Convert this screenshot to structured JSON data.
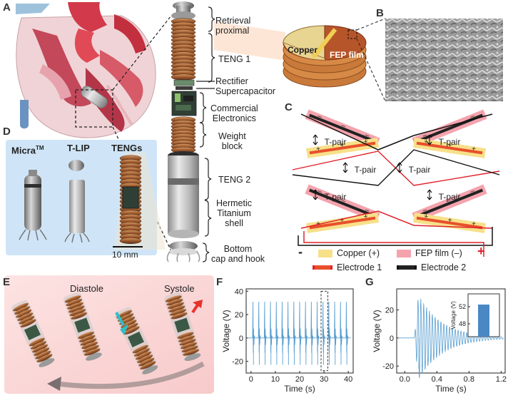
{
  "panels": {
    "A": "A",
    "B": "B",
    "C": "C",
    "D": "D",
    "E": "E",
    "F": "F",
    "G": "G"
  },
  "panel_a": {
    "labels": {
      "retrieval": [
        "Retrieval",
        "proximal"
      ],
      "teng1": "TENG 1",
      "rectifier": "Rectifier",
      "supercap": "Supercapacitor",
      "electronics": [
        "Commercial",
        "Electronics"
      ],
      "weight": [
        "Weight",
        "block"
      ],
      "teng2": "TENG 2",
      "shell": [
        "Hermetic",
        "Titanium",
        "shell"
      ],
      "bottom": [
        "Bottom",
        "cap and hook"
      ]
    }
  },
  "panel_b": {
    "copper": "Copper",
    "fep": "FEP film"
  },
  "panel_c": {
    "tpair": "T-pair",
    "plus": "+",
    "minus": "–",
    "terminal_minus": "-",
    "terminal_plus": "+",
    "legend": {
      "copper": "Copper (+)",
      "fep": "FEP film (–)",
      "electrode1": "Electrode 1",
      "electrode2": "Electrode 2"
    },
    "colors": {
      "copper": "#f7e08a",
      "fep": "#f4a3ad",
      "electrode1": "#e8502a",
      "electrode2": "#222222",
      "wire_red": "#e0202a"
    }
  },
  "panel_d": {
    "micra": "Micra",
    "micra_tm": "TM",
    "tlip": "T-LIP",
    "tengs": "TENGs",
    "scale": "10 mm"
  },
  "panel_e": {
    "diastole": "Diastole",
    "systole": "Systole"
  },
  "chart_data": [
    {
      "panel": "F",
      "type": "line",
      "xlabel": "Time (s)",
      "ylabel": "Voltage (V)",
      "xlim": [
        -2,
        42
      ],
      "ylim": [
        -30,
        42
      ],
      "xticks": [
        0,
        10,
        20,
        30,
        40
      ],
      "yticks": [
        -20,
        0,
        20,
        40
      ],
      "pulse_times": [
        0.8,
        3.2,
        5.6,
        8.0,
        10.4,
        12.8,
        15.2,
        17.6,
        20.0,
        22.4,
        24.8,
        27.2,
        29.6,
        32.0,
        34.4,
        36.8,
        39.2
      ],
      "peak_positive": 31,
      "peak_negative": -23,
      "highlight_window": [
        28.8,
        31.6
      ],
      "color": "#5a9fd1"
    },
    {
      "panel": "G",
      "type": "line",
      "xlabel": "Time (s)",
      "ylabel": "Voltage (V)",
      "xlim": [
        -0.1,
        1.25
      ],
      "ylim": [
        -25,
        35
      ],
      "xticks": [
        0.0,
        0.4,
        0.8,
        1.2
      ],
      "yticks": [
        -20,
        0,
        20
      ],
      "signal_start": 0.12,
      "peak_positive": 31,
      "peak_negative": -22,
      "color": "#5a9fd1",
      "inset": {
        "type": "bar",
        "ylabel": "Voltage (V)",
        "yticks": [
          48,
          52
        ],
        "ylim": [
          45,
          55
        ],
        "value": 52.5,
        "color": "#4a88c4"
      }
    }
  ]
}
